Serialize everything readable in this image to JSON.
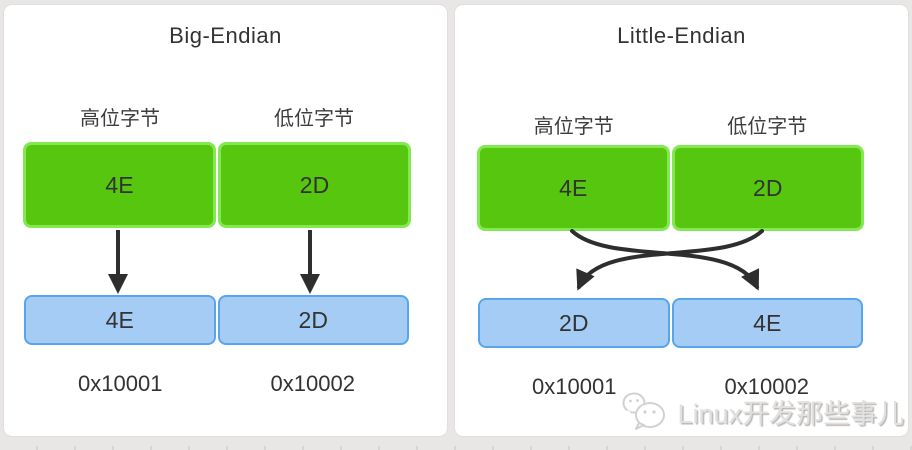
{
  "colors": {
    "page_bg": "#e9e7e5",
    "card_bg": "#ffffff",
    "card_border": "#e2dfde",
    "green_fill": "#57c60f",
    "green_border": "#83e953",
    "blue_fill": "#a4ccf4",
    "blue_border": "#58a5ec",
    "arrow": "#2e2e2e",
    "text": "#333333"
  },
  "panels": [
    {
      "title": "Big-Endian",
      "byte_labels": [
        "高位字节",
        "低位字节"
      ],
      "register_bytes": [
        "4E",
        "2D"
      ],
      "memory_bytes": [
        "4E",
        "2D"
      ],
      "addresses": [
        "0x10001",
        "0x10002"
      ],
      "arrow_pattern": "straight-down"
    },
    {
      "title": "Little-Endian",
      "byte_labels": [
        "高位字节",
        "低位字节"
      ],
      "register_bytes": [
        "4E",
        "2D"
      ],
      "memory_bytes": [
        "2D",
        "4E"
      ],
      "addresses": [
        "0x10001",
        "0x10002"
      ],
      "arrow_pattern": "crossed"
    }
  ],
  "watermark": {
    "icon": "wechat-icon",
    "text": "Linux开发那些事儿"
  }
}
